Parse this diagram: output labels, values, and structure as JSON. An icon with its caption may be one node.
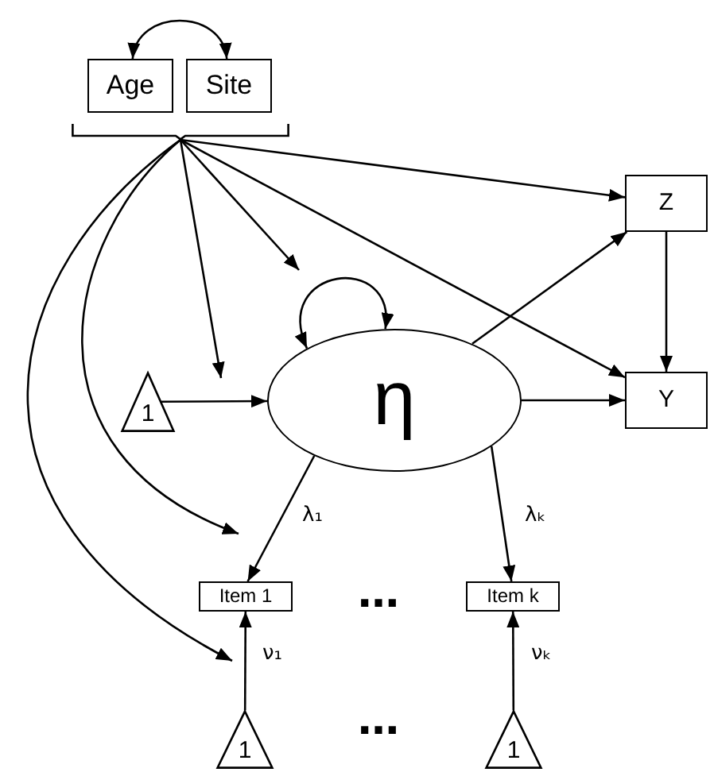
{
  "diagram": {
    "nodes": [
      {
        "text": [
          "Age"
        ]
      },
      {
        "text": [
          "Site"
        ]
      },
      {
        "text": [],
        "shape": "bracket"
      },
      {
        "text": [
          "Z"
        ]
      },
      {
        "text": [
          "1"
        ]
      },
      {
        "text": [
          "η"
        ]
      },
      {
        "text": [
          "Y"
        ]
      },
      {
        "text": [
          "Item 1"
        ]
      },
      {
        "text": [
          "Item k"
        ]
      },
      {
        "text": [
          "1"
        ]
      },
      {
        "text": [
          "1"
        ]
      }
    ],
    "edges": [
      {
        "from": 0,
        "to": 1,
        "arrow": "both"
      },
      {
        "from": 2,
        "to": 3,
        "arrow": "to"
      },
      {
        "from": 2,
        "to": 6,
        "arrow": "to"
      },
      {
        "from": 2,
        "to": null,
        "arrow": "to"
      },
      {
        "from": 2,
        "to": null,
        "arrow": "to"
      },
      {
        "from": 2,
        "to": null,
        "arrow": "to"
      },
      {
        "from": 2,
        "to": null,
        "arrow": "to"
      },
      {
        "from": 5,
        "to": 5,
        "arrow": "both"
      },
      {
        "from": 4,
        "to": 5,
        "arrow": "to"
      },
      {
        "from": 5,
        "to": 3,
        "arrow": "to"
      },
      {
        "from": 5,
        "to": 6,
        "arrow": "to"
      },
      {
        "from": 3,
        "to": 6,
        "arrow": "to"
      },
      {
        "from": 5,
        "to": 7,
        "arrow": "to",
        "label": "λ₁"
      },
      {
        "from": 5,
        "to": 8,
        "arrow": "to",
        "label": "λₖ"
      },
      {
        "from": 9,
        "to": 7,
        "arrow": "to",
        "label": "ν₁"
      },
      {
        "from": 10,
        "to": 8,
        "arrow": "to",
        "label": "νₖ"
      }
    ],
    "labels": [
      "…",
      "…"
    ]
  }
}
